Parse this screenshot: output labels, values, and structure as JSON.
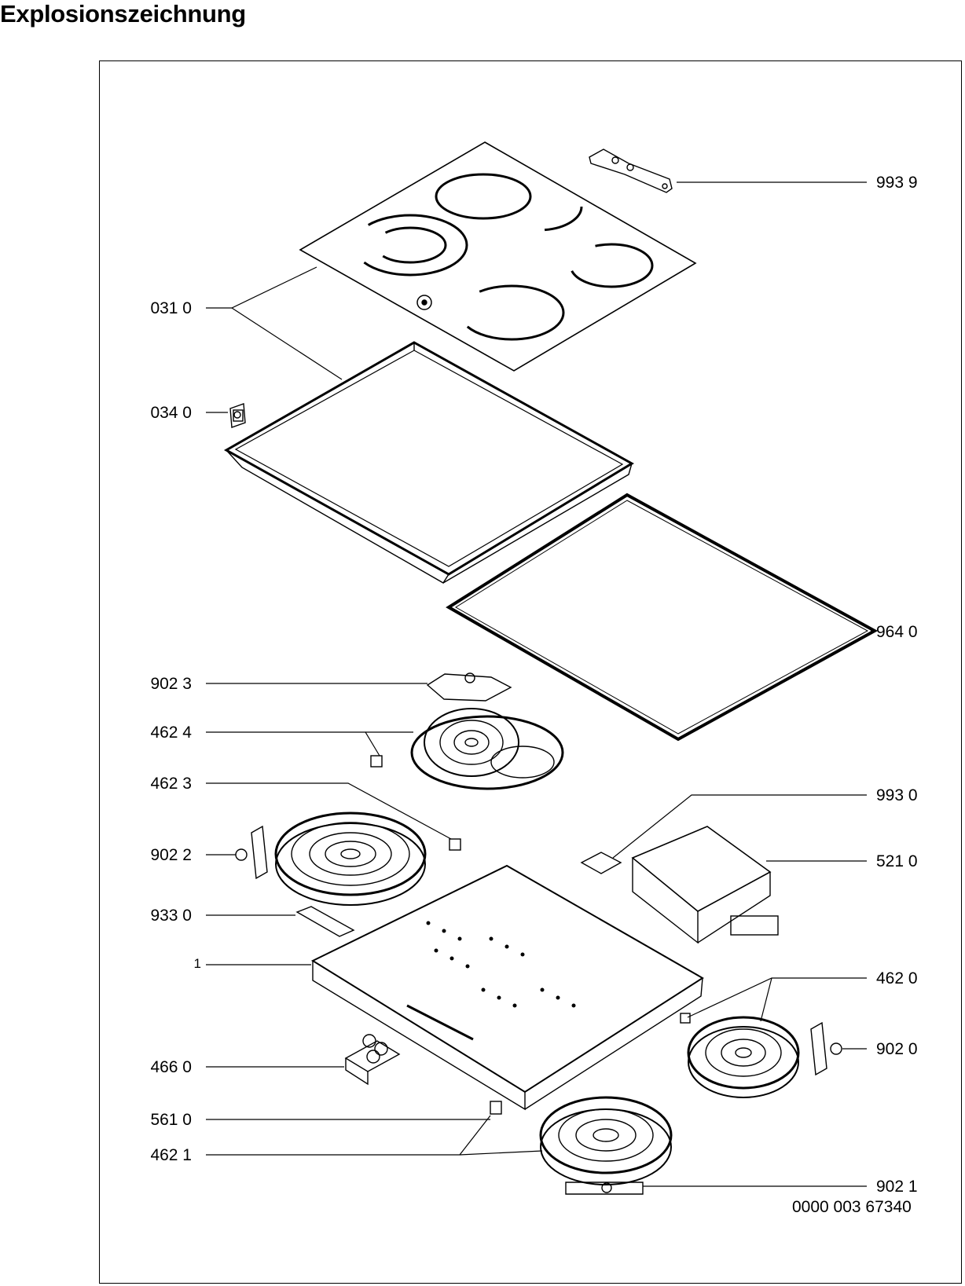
{
  "title": "Explosionszeichnung",
  "document_number": "0000 003 67340",
  "labels_left": [
    "031 0",
    "034 0",
    "902 3",
    "462 4",
    "462 3",
    "902 2",
    "933 0",
    "1",
    "466 0",
    "561 0",
    "462 1"
  ],
  "labels_right": [
    "993 9",
    "964 0",
    "993 0",
    "521 0",
    "462 0",
    "902 0",
    "902 1"
  ]
}
